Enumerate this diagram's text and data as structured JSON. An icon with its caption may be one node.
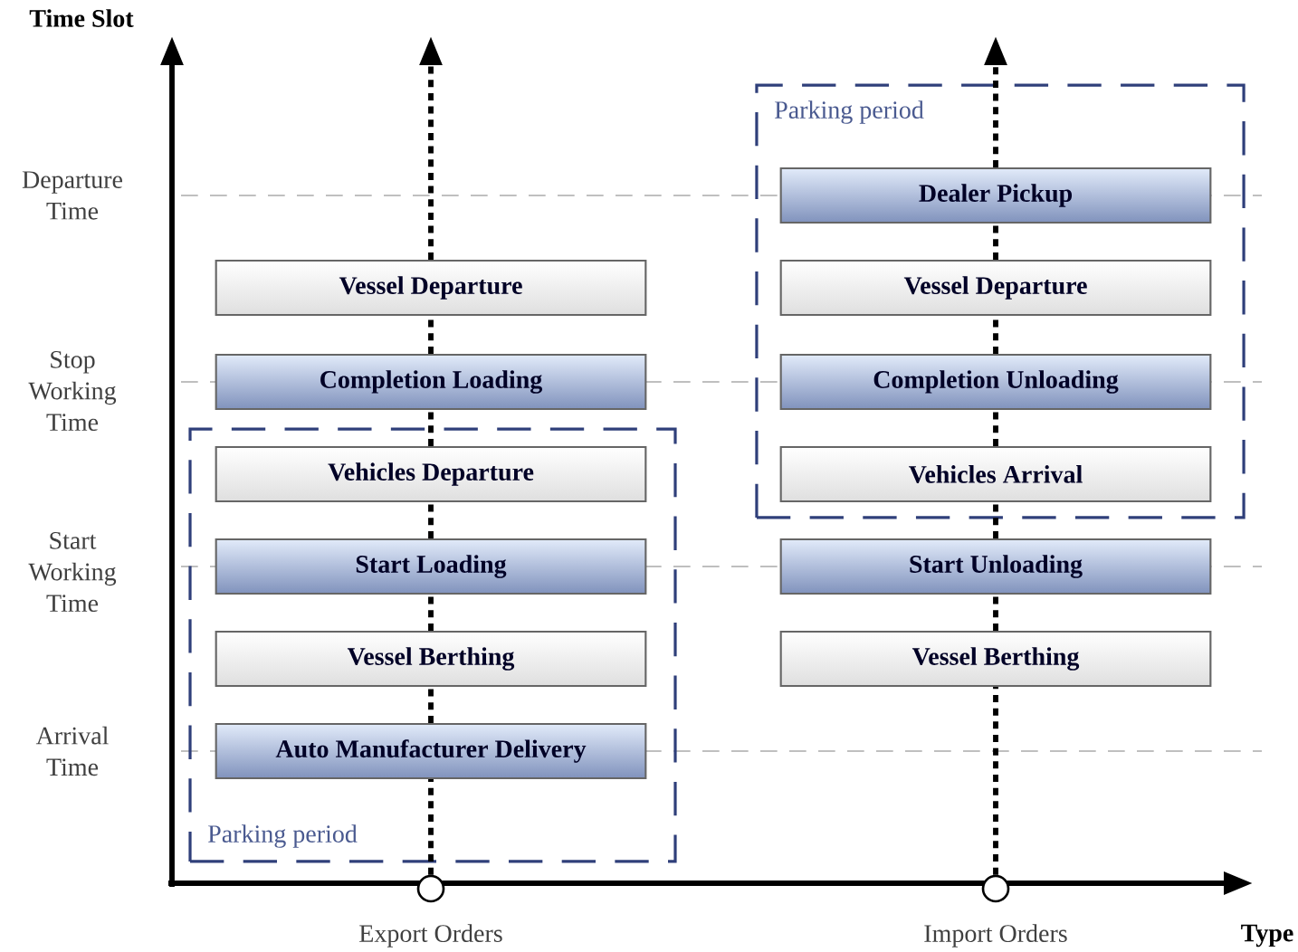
{
  "diagram": {
    "nodes": [
      {
        "text": [
          "Vessel Departure"
        ]
      },
      {
        "text": [
          "Completion Loading"
        ]
      },
      {
        "text": [
          "Parking period"
        ]
      },
      {
        "text": [
          "Vehicles Departure"
        ],
        "in": 2
      },
      {
        "text": [
          "Start Loading"
        ],
        "in": 2
      },
      {
        "text": [
          "Vessel Berthing"
        ],
        "in": 2
      },
      {
        "text": [
          "Auto Manufacturer Delivery"
        ],
        "in": 2
      },
      {
        "text": [],
        "shape": "circle",
        "beside": [
          "Export Orders"
        ]
      },
      {
        "text": [
          "Parking period"
        ]
      },
      {
        "text": [
          "Dealer Pickup"
        ],
        "in": 8
      },
      {
        "text": [
          "Vessel Departure"
        ],
        "in": 8
      },
      {
        "text": [
          "Completion Unloading"
        ],
        "in": 8
      },
      {
        "text": [
          "Vehicles Arrival"
        ],
        "in": 8
      },
      {
        "text": [
          "Start Unloading"
        ]
      },
      {
        "text": [
          "Vessel Berthing"
        ]
      },
      {
        "text": [],
        "shape": "circle",
        "beside": [
          "Import Orders"
        ]
      }
    ],
    "edges": [
      {
        "from": 7,
        "to": 6,
        "arrow": "none"
      },
      {
        "from": 6,
        "to": 5,
        "arrow": "none"
      },
      {
        "from": 5,
        "to": 4,
        "arrow": "none"
      },
      {
        "from": 4,
        "to": 3,
        "arrow": "none"
      },
      {
        "from": 3,
        "to": 1,
        "arrow": "none"
      },
      {
        "from": 1,
        "to": 0,
        "arrow": "none"
      },
      {
        "from": 0,
        "to": null,
        "arrow": "to"
      },
      {
        "from": 15,
        "to": 14,
        "arrow": "none"
      },
      {
        "from": 14,
        "to": 13,
        "arrow": "none"
      },
      {
        "from": 13,
        "to": 12,
        "arrow": "none"
      },
      {
        "from": 12,
        "to": 11,
        "arrow": "none"
      },
      {
        "from": 11,
        "to": 10,
        "arrow": "none"
      },
      {
        "from": 10,
        "to": 9,
        "arrow": "none"
      },
      {
        "from": 9,
        "to": null,
        "arrow": "to"
      }
    ],
    "labels": [
      "Time Slot",
      "Departure Time",
      "Stop Working Time",
      "Start Working Time",
      "Arrival Time",
      "Type"
    ]
  }
}
